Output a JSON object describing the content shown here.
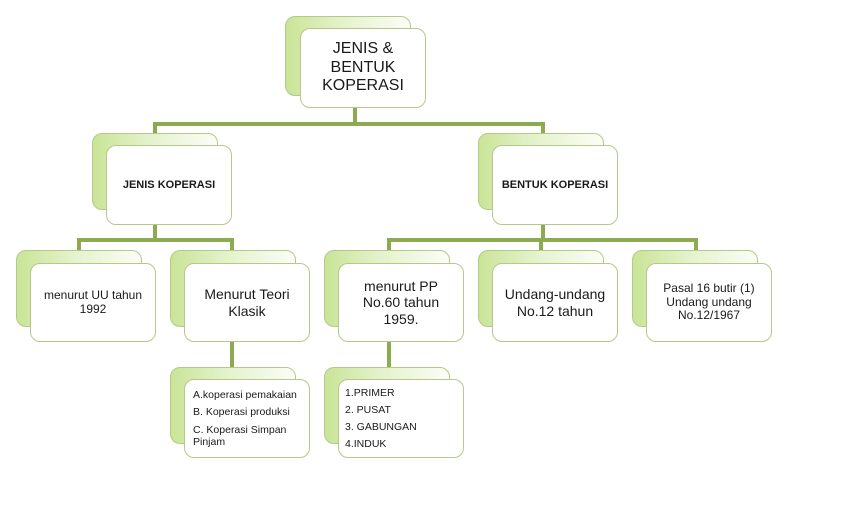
{
  "root": {
    "label": "JENIS & BENTUK KOPERASI"
  },
  "jenis": {
    "label": "JENIS KOPERASI",
    "uu1992": "menurut UU tahun 1992",
    "teori_klasik": "Menurut Teori Klasik",
    "teori_items": [
      "A.koperasi pemakaian",
      "B. Koperasi produksi",
      "C. Koperasi Simpan Pinjam"
    ]
  },
  "bentuk": {
    "label": "BENTUK KOPERASI",
    "pp60": "menurut PP No.60 tahun 1959.",
    "uu12": "Undang-undang No.12 tahun",
    "pasal16": "Pasal 16 butir (1) Undang undang No.12/1967",
    "pp_items": [
      "1.PRIMER",
      "2. PUSAT",
      "3. GABUNGAN",
      "4.INDUK"
    ]
  },
  "colors": {
    "connector": "#8caa4f",
    "box_border": "#b5c98a",
    "gradient_start": "#c9e497"
  }
}
